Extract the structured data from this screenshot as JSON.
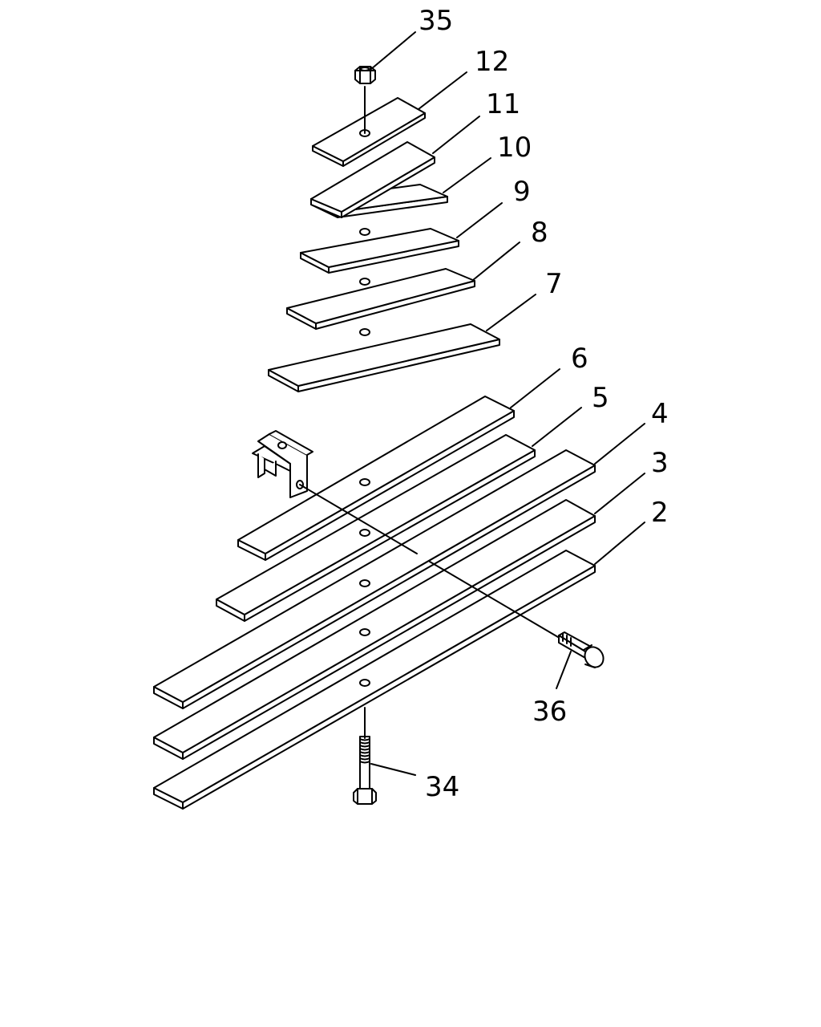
{
  "diagram": {
    "type": "exploded-parts-view",
    "colors": {
      "line": "#000000",
      "background": "#ffffff"
    },
    "parts": [
      {
        "id": "leaf-12",
        "callout": "12"
      },
      {
        "id": "leaf-11",
        "callout": "11"
      },
      {
        "id": "leaf-10",
        "callout": "10"
      },
      {
        "id": "leaf-9",
        "callout": "9"
      },
      {
        "id": "leaf-8",
        "callout": "8"
      },
      {
        "id": "leaf-7",
        "callout": "7"
      },
      {
        "id": "leaf-6",
        "callout": "6"
      },
      {
        "id": "leaf-5",
        "callout": "5"
      },
      {
        "id": "leaf-4",
        "callout": "4"
      },
      {
        "id": "leaf-3",
        "callout": "3"
      },
      {
        "id": "leaf-2",
        "callout": "2"
      },
      {
        "id": "nut",
        "callout": "35"
      },
      {
        "id": "center-bolt",
        "callout": "34"
      },
      {
        "id": "clip-bolt",
        "callout": "36"
      }
    ]
  }
}
